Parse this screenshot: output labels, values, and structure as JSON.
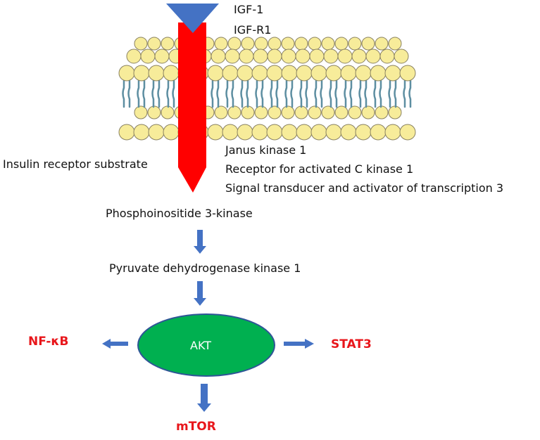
{
  "receptor": {
    "ligand_label": "IGF-1",
    "receptor_label": "IGF-R1"
  },
  "membrane": {
    "left_label": "Insulin receptor substrate",
    "right_labels": [
      "Janus kinase 1",
      "Receptor for activated C kinase 1",
      "Signal transducer and activator of transcription 3"
    ]
  },
  "pathway": {
    "step1": "Phosphoinositide 3-kinase",
    "step2": "Pyruvate dehydrogenase kinase 1",
    "hub": "AKT"
  },
  "outputs": {
    "left": "NF-κB",
    "right": "STAT3",
    "bottom": "mTOR"
  },
  "colors": {
    "receptor": "#ff0000",
    "ligand": "#4472c4",
    "arrow": "#4472c4",
    "akt_fill": "#00b050",
    "akt_stroke": "#2f5597",
    "output_text": "#e8161b",
    "lipid_head": "#f7ec9a",
    "lipid_head_stroke": "#8a8262",
    "lipid_tail": "#5d8ea1"
  }
}
